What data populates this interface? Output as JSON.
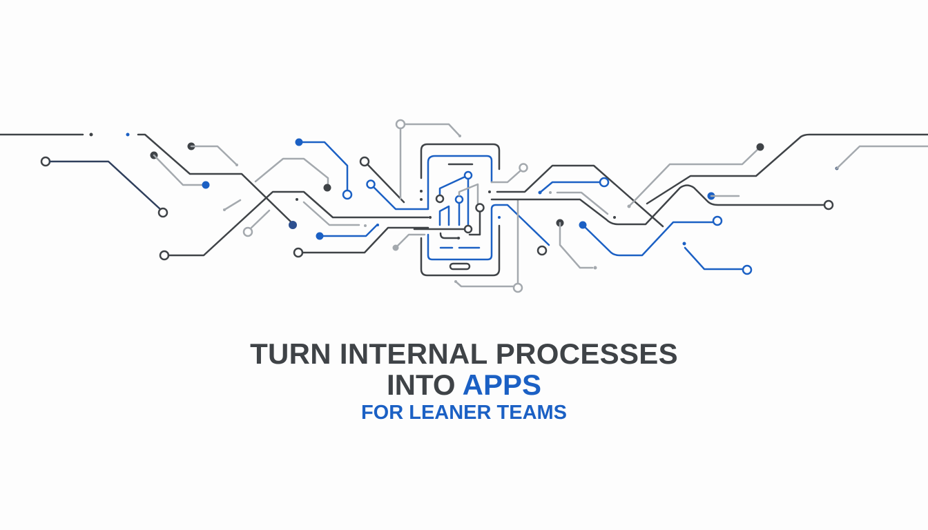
{
  "headline": {
    "line1": "TURN INTERNAL PROCESSES",
    "line2_prefix": "INTO ",
    "line2_accent": "APPS",
    "line3": "FOR LEANER TEAMS"
  },
  "graphic": {
    "icon": "smartphone-circuit-icon",
    "description": "Circuit board traces converging into a smartphone with a bar chart"
  },
  "colors": {
    "dark": "#3f4347",
    "accent_blue": "#1b60c4",
    "gray": "#a4a9ae",
    "background": "#fdfdfd"
  }
}
